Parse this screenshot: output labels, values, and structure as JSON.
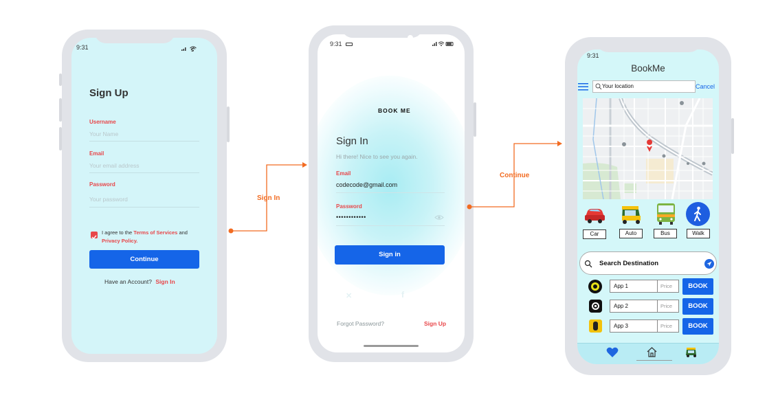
{
  "phone1": {
    "time": "9:31",
    "title": "Sign Up",
    "username_label": "Username",
    "username_placeholder": "Your Name",
    "email_label": "Email",
    "email_placeholder": "Your email address",
    "password_label": "Password",
    "password_placeholder": "Your password",
    "agree_prefix": "I agree to the ",
    "terms_link": "Terms of Services",
    "agree_and": " and",
    "privacy_link": "Privacy Policy.",
    "continue_label": "Continue",
    "have_account": "Have an Account?",
    "sign_in_link": "Sign In"
  },
  "phone2": {
    "time": "9:31",
    "brand": "BOOK ME",
    "title": "Sign In",
    "subtitle": "Hi there! Nice to see you again.",
    "email_label": "Email",
    "email_value": "codecode@gmail.com",
    "password_label": "Password",
    "password_value": "••••••••••••",
    "sign_in_button": "Sign in",
    "forgot_password": "Forgot Password?",
    "sign_up_link": "Sign Up"
  },
  "phone3": {
    "time": "9:31",
    "app_title": "BookMe",
    "search_placeholder": "Your location",
    "cancel": "Cancel",
    "vehicles": [
      {
        "label": "Car",
        "icon": "car-icon"
      },
      {
        "label": "Auto",
        "icon": "auto-rickshaw-icon"
      },
      {
        "label": "Bus",
        "icon": "bus-icon"
      },
      {
        "label": "Walk",
        "icon": "walk-icon"
      }
    ],
    "destination_label": "Search Destination",
    "apps": [
      {
        "name": "App 1",
        "price_placeholder": "Price",
        "book": "BOOK"
      },
      {
        "name": "App 2",
        "price_placeholder": "Price",
        "book": "BOOK"
      },
      {
        "name": "App 3",
        "price_placeholder": "Price",
        "book": "BOOK"
      }
    ]
  },
  "flow": {
    "arrow1_label": "Sign In",
    "arrow2_label": "Continue"
  },
  "colors": {
    "accent_blue": "#1565e8",
    "accent_red": "#e8474a",
    "flow_orange": "#f26b21",
    "screen_cyan": "#d4f5f9"
  }
}
